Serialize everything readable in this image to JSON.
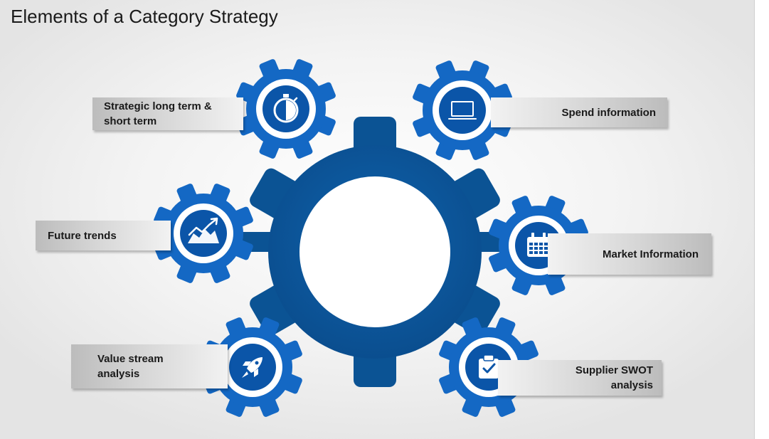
{
  "title": "Elements of a Category Strategy",
  "colors": {
    "center_gear": "#0b5394",
    "small_gear": "#1468c4",
    "small_gear_inner": "#0b55a8",
    "background": "#f0f0f0"
  },
  "elements": [
    {
      "id": "strategic",
      "label": "Strategic long term & short term",
      "icon": "stopwatch-icon"
    },
    {
      "id": "spend",
      "label": "Spend information",
      "icon": "laptop-icon"
    },
    {
      "id": "future",
      "label": "Future trends",
      "icon": "trend-chart-icon"
    },
    {
      "id": "market",
      "label": "Market Information",
      "icon": "calendar-icon"
    },
    {
      "id": "value",
      "label": "Value stream analysis",
      "icon": "rocket-icon"
    },
    {
      "id": "swot",
      "label": "Supplier SWOT analysis",
      "icon": "clipboard-check-icon"
    }
  ]
}
